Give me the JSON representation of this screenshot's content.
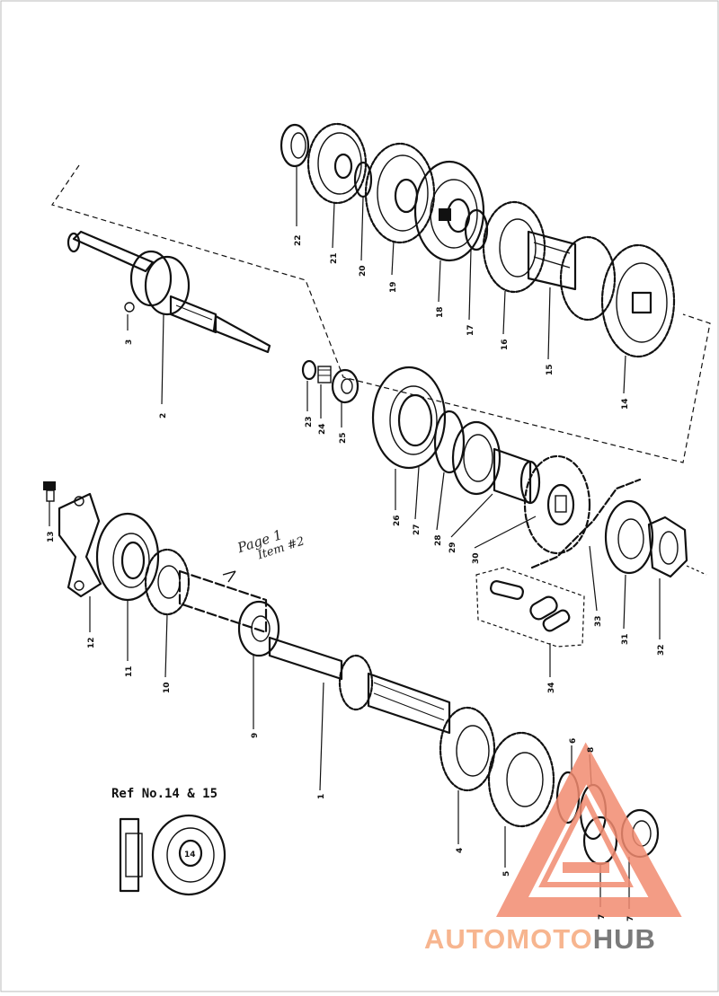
{
  "diagram": {
    "callouts": [
      {
        "id": "c22",
        "label": "22"
      },
      {
        "id": "c21",
        "label": "21"
      },
      {
        "id": "c20",
        "label": "20"
      },
      {
        "id": "c19",
        "label": "19"
      },
      {
        "id": "c18",
        "label": "18"
      },
      {
        "id": "c17",
        "label": "17"
      },
      {
        "id": "c16",
        "label": "16"
      },
      {
        "id": "c15",
        "label": "15"
      },
      {
        "id": "c14",
        "label": "14"
      },
      {
        "id": "c3",
        "label": "3"
      },
      {
        "id": "c2",
        "label": "2"
      },
      {
        "id": "c23",
        "label": "23"
      },
      {
        "id": "c24",
        "label": "24"
      },
      {
        "id": "c25",
        "label": "25"
      },
      {
        "id": "c26",
        "label": "26"
      },
      {
        "id": "c27",
        "label": "27"
      },
      {
        "id": "c28",
        "label": "28"
      },
      {
        "id": "c29",
        "label": "29"
      },
      {
        "id": "c30",
        "label": "30"
      },
      {
        "id": "c33",
        "label": "33"
      },
      {
        "id": "c31",
        "label": "31"
      },
      {
        "id": "c32",
        "label": "32"
      },
      {
        "id": "c34",
        "label": "34"
      },
      {
        "id": "c13",
        "label": "13"
      },
      {
        "id": "c12",
        "label": "12"
      },
      {
        "id": "c11",
        "label": "11"
      },
      {
        "id": "c10",
        "label": "10"
      },
      {
        "id": "c9",
        "label": "9"
      },
      {
        "id": "c1",
        "label": "1"
      },
      {
        "id": "c4",
        "label": "4"
      },
      {
        "id": "c5",
        "label": "5"
      },
      {
        "id": "c6",
        "label": "6"
      },
      {
        "id": "c8",
        "label": "8"
      },
      {
        "id": "c7",
        "label": "7"
      },
      {
        "id": "c7b",
        "label": "7"
      }
    ],
    "ref_label": "Ref No.14 & 15",
    "handwritten_note": {
      "line1": "Page 1",
      "line2": "Item #2"
    },
    "ref_detail_label": "14",
    "watermark": {
      "part1": "AUTOMOTO",
      "part2": "HUB",
      "color_primary": "#f7b58f",
      "color_secondary": "#7a7a7a"
    }
  }
}
